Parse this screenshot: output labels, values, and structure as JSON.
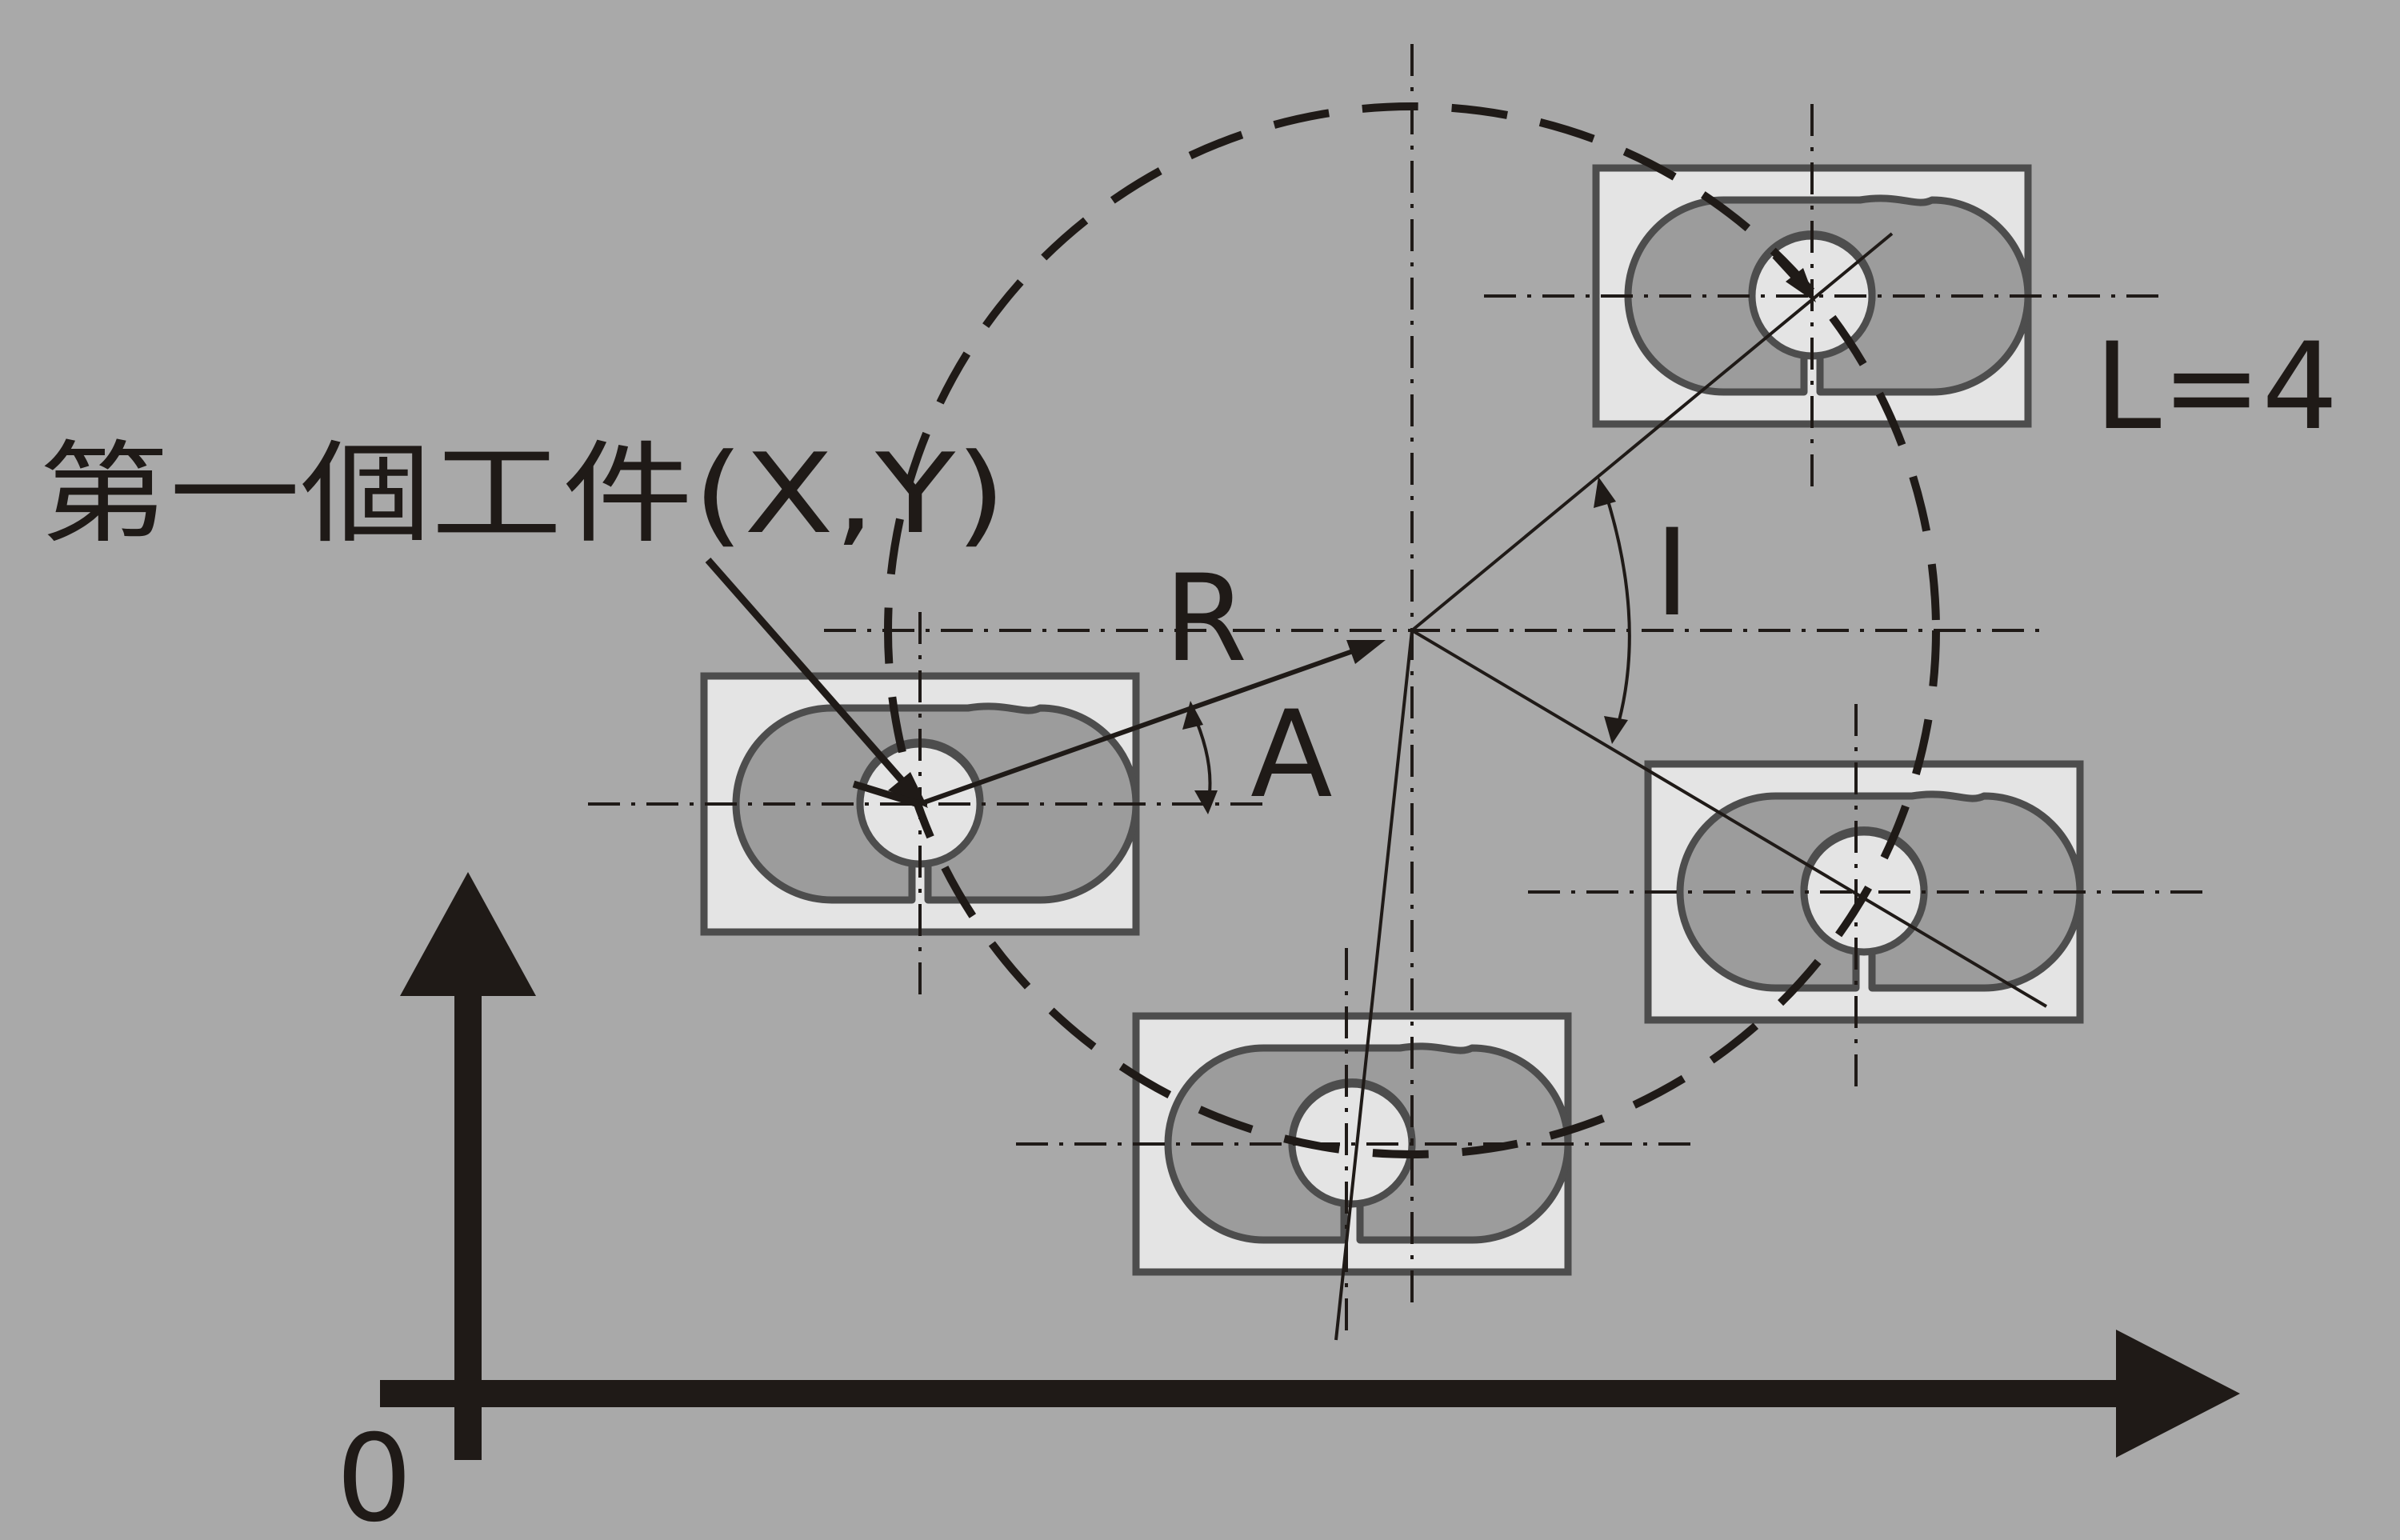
{
  "labels": {
    "first_part": "第一個工件(X,Y)",
    "radius": "R",
    "start_angle": "A",
    "increment_angle": "I",
    "count": "L=4",
    "origin": "0"
  },
  "colors": {
    "background": "#a9a9a9",
    "ink": "#1f1a17",
    "part_fill": "#e4e4e4",
    "part_shape": "#9c9c9c",
    "part_border": "#4d4d4d"
  }
}
